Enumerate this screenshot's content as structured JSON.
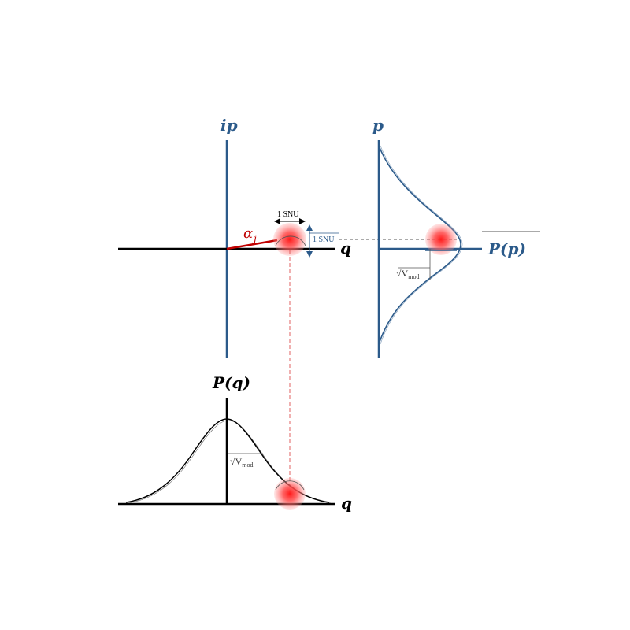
{
  "labels": {
    "ip": "ip",
    "q_top": "q",
    "p": "p",
    "Pp": "P(p)",
    "Pq": "P(q)",
    "q_bottom": "q",
    "alpha": "α",
    "alpha_sub": "j",
    "snu_h": "1 SNU",
    "snu_v": "1 SNU",
    "vmod_right": "√V",
    "vmod_right_sub": "mod",
    "vmod_bottom": "√V",
    "vmod_bottom_sub": "mod"
  },
  "colors": {
    "axis_black": "#000000",
    "axis_blue": "#2b5a8a",
    "state_red": "#ff2a2a",
    "alpha_red": "#c00000",
    "dash_red": "#e06060",
    "dash_gray": "#555555"
  }
}
